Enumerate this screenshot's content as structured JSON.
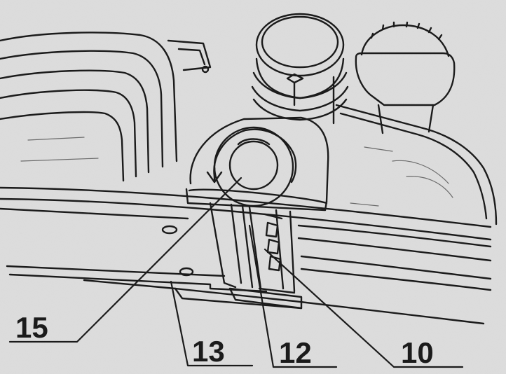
{
  "callouts": [
    {
      "id": "c15",
      "label": "15"
    },
    {
      "id": "c13",
      "label": "13"
    },
    {
      "id": "c12",
      "label": "12"
    },
    {
      "id": "c10",
      "label": "10"
    }
  ],
  "colors": {
    "paper": "#dedede",
    "line": "#1b1b1b"
  }
}
